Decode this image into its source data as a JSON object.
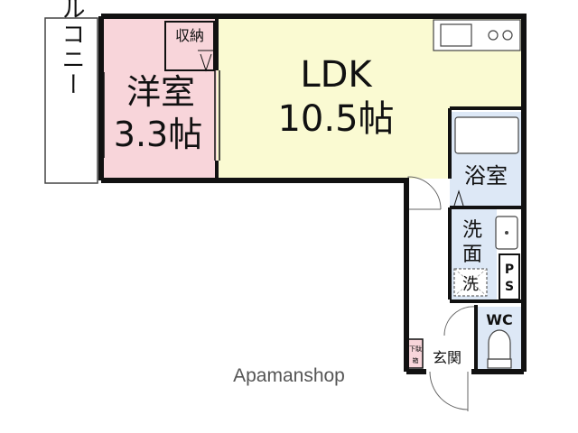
{
  "balcony": {
    "label": "バルコニー"
  },
  "western_room": {
    "name": "洋室",
    "size": "3.3帖"
  },
  "storage": {
    "label": "収納"
  },
  "ldk": {
    "name": "LDK",
    "size": "10.5帖"
  },
  "bathroom": {
    "label": "浴室"
  },
  "washroom": {
    "line1": "洗",
    "line2": "面"
  },
  "washer": {
    "label": "洗"
  },
  "pipe_space": {
    "line1": "P",
    "line2": "S"
  },
  "toilet": {
    "label": "WC"
  },
  "entrance": {
    "label": "玄関"
  },
  "shoe_box": {
    "line1": "下駄",
    "line2": "箱"
  },
  "watermark": {
    "text": "Apamanshop"
  },
  "colors": {
    "wall": "#111111",
    "western_room_fill": "#f8d5da",
    "storage_fill": "#f8d5da",
    "ldk_fill": "#fafad2",
    "wet_area_fill": "#dde8f6",
    "floor_fill": "#ffffff"
  }
}
